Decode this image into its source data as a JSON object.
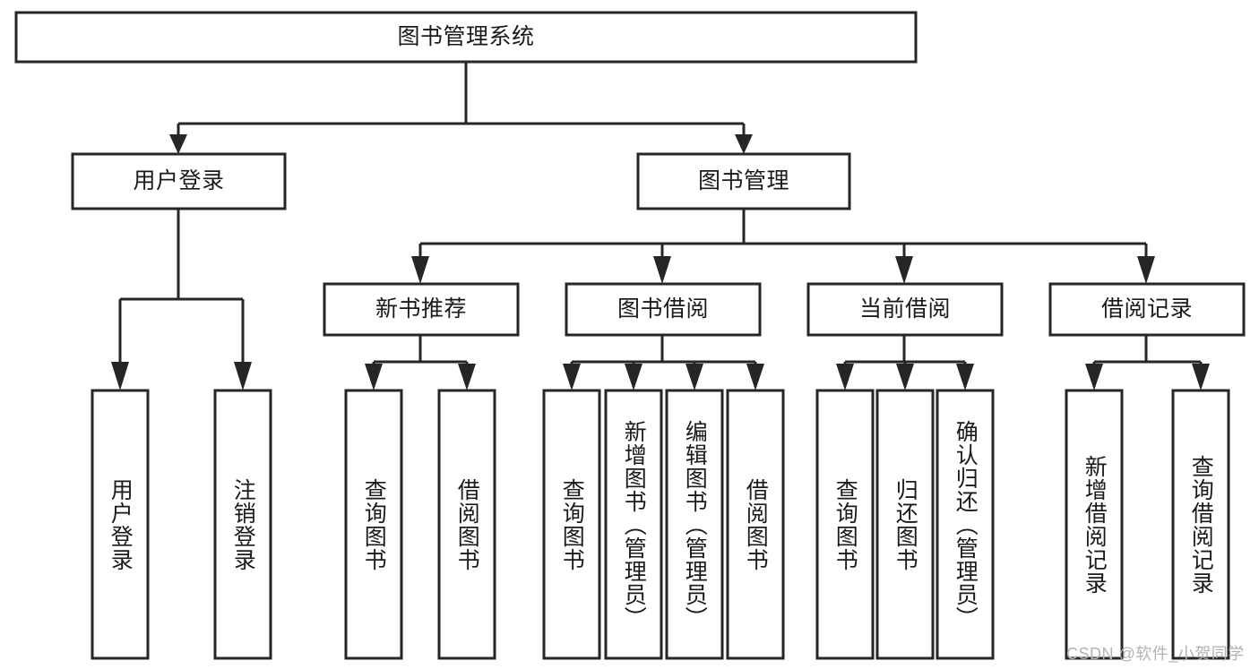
{
  "diagram": {
    "title": "图书管理系统",
    "type": "tree",
    "orientation": "top-down",
    "style": {
      "background": "#ffffff",
      "node_fill": "#ffffff",
      "node_stroke": "#262626",
      "text_color": "#1a1a1a",
      "watermark_color": "#b3b3b3"
    },
    "nodes": {
      "root": {
        "label": "图书管理系统",
        "level": 1,
        "text_direction": "horizontal"
      },
      "l2": [
        {
          "id": "user-login",
          "label": "用户登录",
          "level": 2,
          "text_direction": "horizontal"
        },
        {
          "id": "book-manage",
          "label": "图书管理",
          "level": 2,
          "text_direction": "horizontal"
        }
      ],
      "l3": [
        {
          "id": "new-book-rec",
          "label": "新书推荐",
          "level": 3,
          "text_direction": "horizontal",
          "parent": "book-manage"
        },
        {
          "id": "book-borrow",
          "label": "图书借阅",
          "level": 3,
          "text_direction": "horizontal",
          "parent": "book-manage"
        },
        {
          "id": "current-borrow",
          "label": "当前借阅",
          "level": 3,
          "text_direction": "horizontal",
          "parent": "book-manage"
        },
        {
          "id": "borrow-record",
          "label": "借阅记录",
          "level": 3,
          "text_direction": "horizontal",
          "parent": "book-manage"
        }
      ],
      "leaves": [
        {
          "id": "leaf-user-login",
          "label": "用户登录",
          "parent": "user-login",
          "text_direction": "vertical"
        },
        {
          "id": "leaf-user-logout",
          "label": "注销登录",
          "parent": "user-login",
          "text_direction": "vertical"
        },
        {
          "id": "leaf-query-book-1",
          "label": "查询图书",
          "parent": "new-book-rec",
          "text_direction": "vertical"
        },
        {
          "id": "leaf-borrow-book-1",
          "label": "借阅图书",
          "parent": "new-book-rec",
          "text_direction": "vertical"
        },
        {
          "id": "leaf-query-book-2",
          "label": "查询图书",
          "parent": "book-borrow",
          "text_direction": "vertical"
        },
        {
          "id": "leaf-add-book",
          "label": "新增图书（管理员）",
          "parent": "book-borrow",
          "text_direction": "vertical"
        },
        {
          "id": "leaf-edit-book",
          "label": "编辑图书（管理员）",
          "parent": "book-borrow",
          "text_direction": "vertical"
        },
        {
          "id": "leaf-borrow-book-2",
          "label": "借阅图书",
          "parent": "book-borrow",
          "text_direction": "vertical"
        },
        {
          "id": "leaf-query-book-3",
          "label": "查询图书",
          "parent": "current-borrow",
          "text_direction": "vertical"
        },
        {
          "id": "leaf-return-book",
          "label": "归还图书",
          "parent": "current-borrow",
          "text_direction": "vertical"
        },
        {
          "id": "leaf-confirm-return",
          "label": "确认归还（管理员）",
          "parent": "current-borrow",
          "text_direction": "vertical"
        },
        {
          "id": "leaf-add-record",
          "label": "新增借阅记录",
          "parent": "borrow-record",
          "text_direction": "vertical"
        },
        {
          "id": "leaf-query-record",
          "label": "查询借阅记录",
          "parent": "borrow-record",
          "text_direction": "vertical"
        }
      ]
    },
    "watermark": "CSDN @软件_小贺同学"
  }
}
